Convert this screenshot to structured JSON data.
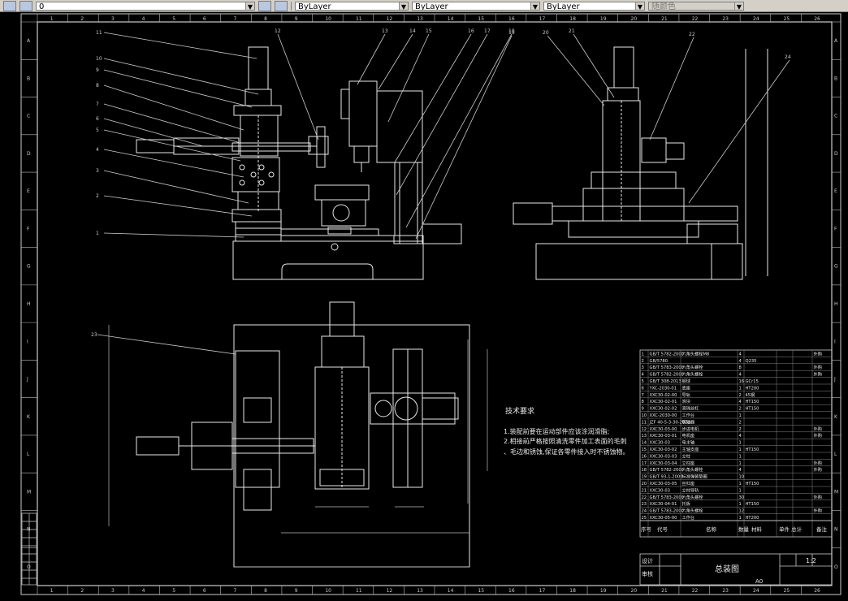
{
  "toolbar": {
    "layer_value": "0",
    "color_value": "ByLayer",
    "linetype_value": "ByLayer",
    "lineweight_value": "ByLayer",
    "plotstyle_value": "随颜色"
  },
  "border": {
    "top_numbers": [
      "1",
      "2",
      "3",
      "4",
      "5",
      "6",
      "7",
      "8",
      "9",
      "10",
      "11",
      "12",
      "13",
      "14",
      "15",
      "16",
      "17",
      "18",
      "19",
      "20",
      "21",
      "22",
      "23",
      "24",
      "25",
      "26"
    ],
    "bottom_numbers": [
      "1",
      "2",
      "3",
      "4",
      "5",
      "6",
      "7",
      "8",
      "9",
      "10",
      "11",
      "12",
      "13",
      "14",
      "15",
      "16",
      "17",
      "18",
      "19",
      "20",
      "21",
      "22",
      "23",
      "24",
      "25",
      "26"
    ],
    "side_letters": [
      "A",
      "B",
      "C",
      "D",
      "E",
      "F",
      "G",
      "H",
      "I",
      "J",
      "K",
      "L",
      "M",
      "N",
      "O"
    ]
  },
  "part_callouts": {
    "front": [
      "11",
      "10",
      "9",
      "8",
      "7",
      "6",
      "5",
      "4",
      "3",
      "2",
      "1"
    ],
    "top": [
      "12",
      "13",
      "14",
      "15",
      "16",
      "17",
      "18",
      "19"
    ],
    "side": [
      "20",
      "21",
      "22",
      "24"
    ],
    "plan": [
      "23"
    ]
  },
  "tech_requirements": {
    "title": "技术要求",
    "items": [
      "1.装配前要在运动部件应该涂润滑脂;",
      "2.相接前严格按照清洗零件加工表面的毛刺、毛边和锈蚀,保证各零件接入时不锈蚀物。"
    ]
  },
  "parts_table": {
    "rows": [
      [
        "1",
        "GB/T 5782-2000",
        "六角头螺栓M8",
        "4",
        "",
        "",
        "外购"
      ],
      [
        "2",
        "GB/5780",
        "",
        "4",
        "Q235",
        "",
        ""
      ],
      [
        "3",
        "GB/T 5783-2000",
        "六角头螺栓",
        "8",
        "",
        "",
        "外购"
      ],
      [
        "4",
        "GB/T 5782-2000",
        "六角头螺栓",
        "4",
        "",
        "",
        "外购"
      ],
      [
        "5",
        "GB/T 308-2013",
        "钢球",
        "16",
        "GCr15",
        "",
        ""
      ],
      [
        "6",
        "YXC-2030-01",
        "底座",
        "1",
        "HT200",
        "",
        ""
      ],
      [
        "7",
        "XXC30-02-00",
        "导轨",
        "2",
        "45钢",
        "",
        ""
      ],
      [
        "8",
        "XXC30-02-01",
        "滑块",
        "4",
        "HT150",
        "",
        ""
      ],
      [
        "9",
        "XXC30-02-02",
        "滚珠丝杠",
        "2",
        "HT150",
        "",
        ""
      ],
      [
        "10",
        "XXC-2030-00",
        "工作台",
        "1",
        "",
        "",
        ""
      ],
      [
        "11",
        "JZF 40-5-3-30-2020",
        "联轴器",
        "2",
        "",
        "",
        ""
      ],
      [
        "12",
        "XXC30-03-00",
        "步进电机",
        "2",
        "",
        "",
        "外购"
      ],
      [
        "13",
        "XXC30-03-01",
        "电机座",
        "4",
        "",
        "",
        "外购"
      ],
      [
        "14",
        "XXC30-03",
        "电主轴",
        "1",
        "",
        "",
        ""
      ],
      [
        "15",
        "XXC30-03-02",
        "主轴支座",
        "1",
        "HT150",
        "",
        ""
      ],
      [
        "16",
        "XXC30-03-03",
        "立柱",
        "1",
        "",
        "",
        ""
      ],
      [
        "17",
        "XXC30-03-04",
        "立柱座",
        "1",
        "",
        "",
        "外购"
      ],
      [
        "18",
        "GB/T 5782-2000",
        "六角头螺栓",
        "4",
        "",
        "",
        "外购"
      ],
      [
        "19",
        "GB/T 93-1-2000",
        "标准弹簧垫圈",
        "10",
        "",
        "",
        ""
      ],
      [
        "20",
        "XXC30-03-05",
        "丝杠座",
        "1",
        "HT150",
        "",
        ""
      ],
      [
        "21",
        "XXC30-03",
        "立柱导轨",
        "1",
        "",
        "",
        ""
      ],
      [
        "22",
        "GB/T 5783-2000",
        "六角头螺栓",
        "30",
        "",
        "",
        "外购"
      ],
      [
        "23",
        "XXC30-04-01",
        "托板",
        "1",
        "HT150",
        "",
        ""
      ],
      [
        "24",
        "GB/T 5783-2000",
        "六角头螺栓",
        "12",
        "",
        "",
        "外购"
      ],
      [
        "25",
        "XXC30-05-00",
        "工作台",
        "1",
        "HT200",
        "",
        ""
      ]
    ],
    "header": [
      "序号",
      "代号",
      "名称",
      "数量",
      "材料",
      "单件 总计",
      "备注"
    ]
  },
  "title_block": {
    "drawing_title": "总装图",
    "scale": "1:2",
    "designer_label": "设计",
    "checker_label": "审核",
    "sheet_size": "A0"
  }
}
